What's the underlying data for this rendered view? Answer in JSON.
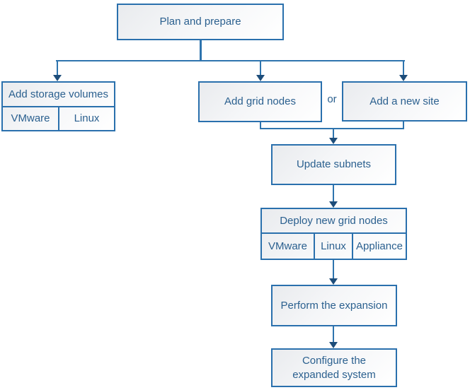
{
  "colors": {
    "line": "#2e74ae",
    "box_border": "#2a70ad",
    "arrowhead": "#1d4d7a",
    "text": "#2b608f",
    "box_fill_gradient_start": "#e9ebee",
    "box_fill_gradient_end": "#ffffff"
  },
  "diagram": {
    "plan": {
      "label": "Plan and prepare"
    },
    "add_storage": {
      "label": "Add storage volumes",
      "platforms": [
        "VMware",
        "Linux"
      ]
    },
    "add_grid": {
      "label": "Add grid nodes"
    },
    "or_label": "or",
    "add_site": {
      "label": "Add a new site"
    },
    "update_subnets": {
      "label": "Update subnets"
    },
    "deploy": {
      "label": "Deploy new grid nodes",
      "platforms": [
        "VMware",
        "Linux",
        "Appliance"
      ]
    },
    "perform": {
      "label": "Perform the expansion"
    },
    "configure": {
      "label": "Configure the expanded system"
    }
  }
}
